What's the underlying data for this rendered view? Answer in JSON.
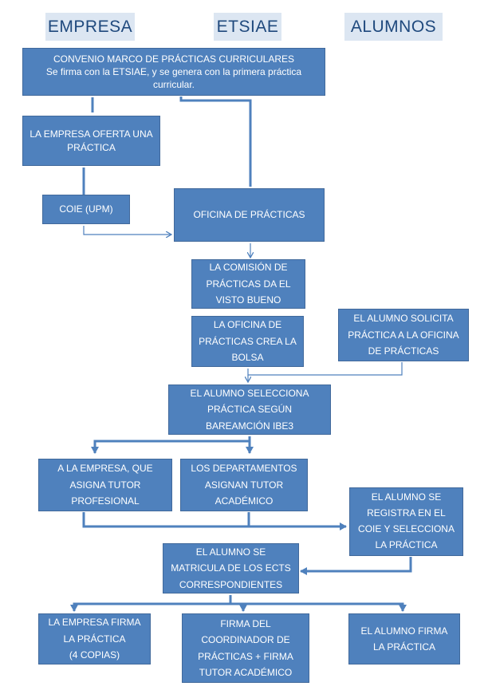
{
  "headers": {
    "empresa": "EMPRESA",
    "etsiae": "ETSIAE",
    "alumnos": "ALUMNOS"
  },
  "boxes": {
    "convenio": [
      "CONVENIO MARCO DE PRÁCTICAS CURRICULARES",
      "Se firma con la ETSIAE, y se genera con la primera práctica",
      "curricular."
    ],
    "empresa_oferta": [
      "LA EMPRESA OFERTA UNA",
      "PRÁCTICA"
    ],
    "coie": [
      "COIE (UPM)"
    ],
    "oficina": [
      "OFICINA DE PRÁCTICAS"
    ],
    "comision": [
      "LA COMISIÓN DE",
      "PRÁCTICAS DA EL",
      "VISTO BUENO"
    ],
    "bolsa": [
      "LA OFICINA DE",
      "PRÁCTICAS CREA LA",
      "BOLSA"
    ],
    "alumno_solicita": [
      "EL ALUMNO SOLICITA",
      "PRÁCTICA A LA OFICINA",
      "DE PRÁCTICAS"
    ],
    "selecciona": [
      "EL ALUMNO SELECCIONA",
      "PRÁCTICA SEGÚN",
      "BAREAMCIÓN IBE3"
    ],
    "tutor_profesional": [
      "A LA EMPRESA, QUE",
      "ASIGNA TUTOR",
      "PROFESIONAL"
    ],
    "tutor_academico": [
      "LOS DEPARTAMENTOS",
      "ASIGNAN TUTOR",
      "ACADÉMICO"
    ],
    "registra": [
      "EL ALUMNO SE",
      "REGISTRA  EN EL",
      "COIE Y SELECCIONA",
      "LA PRÁCTICA"
    ],
    "matricula": [
      "EL ALUMNO SE",
      "MATRICULA DE LOS ECTS",
      "CORRESPONDIENTES"
    ],
    "empresa_firma": [
      "LA EMPRESA FIRMA",
      "LA PRÁCTICA",
      "(4 COPIAS)"
    ],
    "firma_coordinador": [
      "FIRMA DEL",
      "COORDINADOR DE",
      "PRÁCTICAS + FIRMA",
      "TUTOR ACADÉMICO"
    ],
    "alumno_firma": [
      "EL ALUMNO FIRMA",
      "LA PRÁCTICA"
    ]
  },
  "colors": {
    "box_fill": "#4f81bd",
    "box_text": "#ffffff",
    "header_fill": "#dce6f2",
    "header_text": "#1f497d",
    "connector": "#4f81bd"
  }
}
